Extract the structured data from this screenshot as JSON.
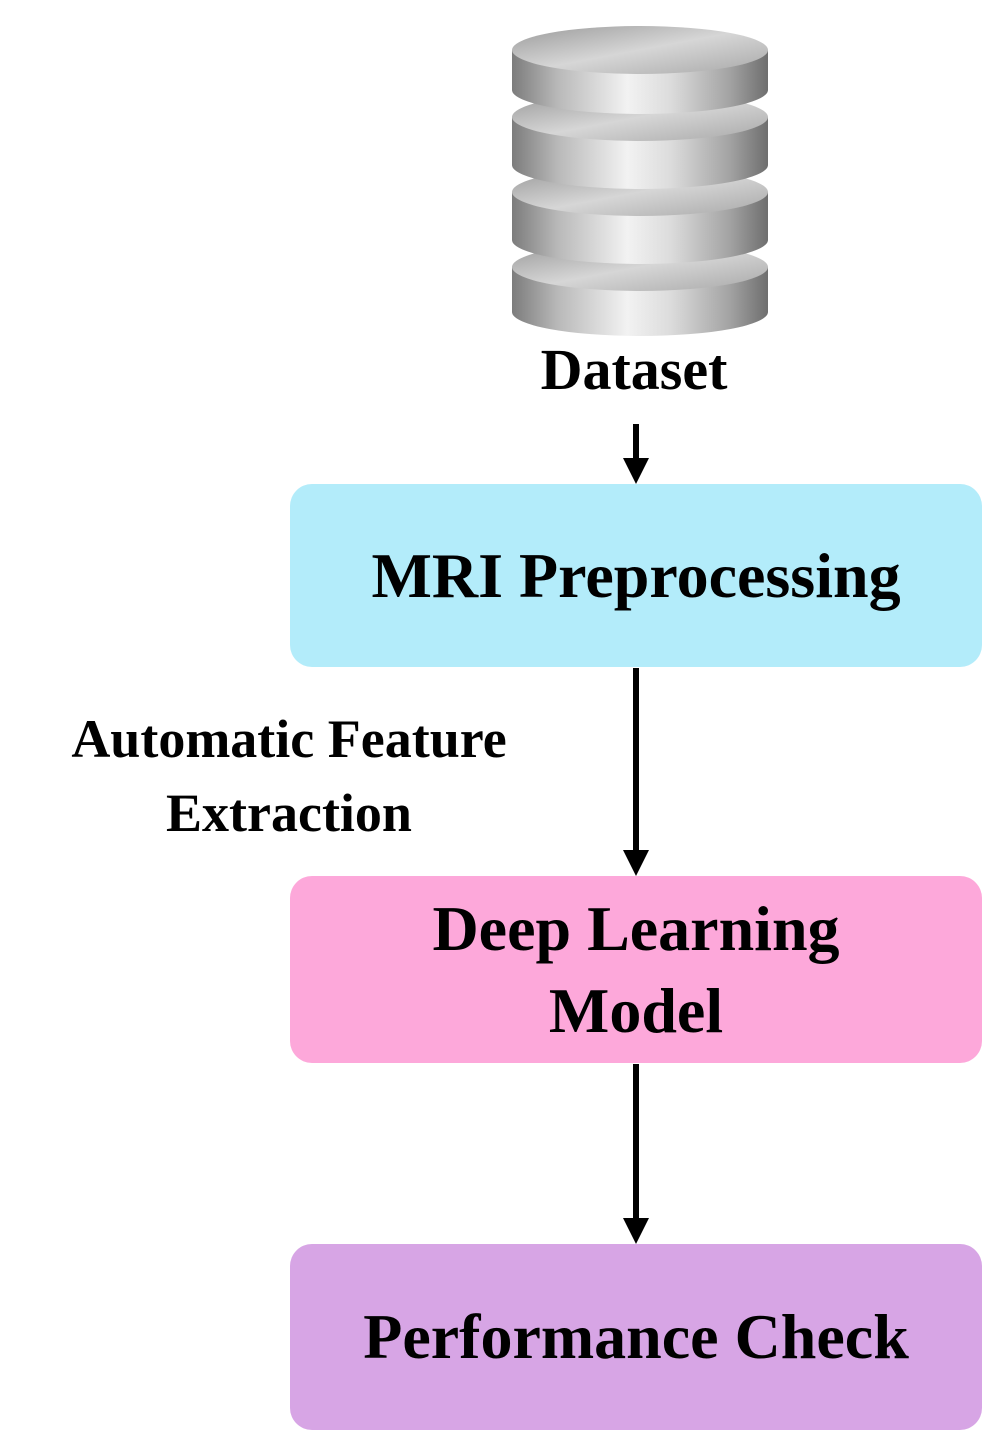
{
  "diagram": {
    "dataset": {
      "label": "Dataset",
      "icon": "database-icon"
    },
    "edge_label": {
      "line1": "Automatic Feature",
      "line2": "Extraction"
    },
    "steps": [
      {
        "id": "mri",
        "label": "MRI Preprocessing",
        "color": "#b3ecfa"
      },
      {
        "id": "dl",
        "label_line1": "Deep Learning",
        "label_line2": "Model",
        "color": "#fda8da"
      },
      {
        "id": "perf",
        "label": "Performance Check",
        "color": "#d7a5e5"
      }
    ],
    "colors": {
      "arrow": "#000000",
      "text": "#000000"
    }
  }
}
